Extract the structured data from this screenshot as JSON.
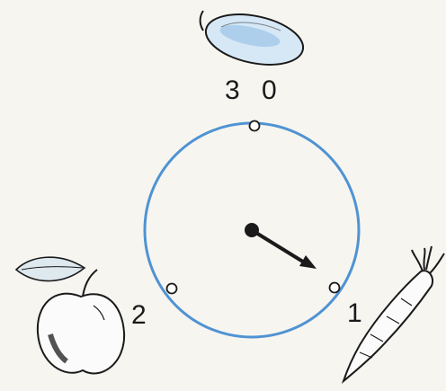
{
  "diagram": {
    "positions": [
      {
        "label": "3 0",
        "item": "cucumber"
      },
      {
        "label": "2",
        "item": "apple"
      },
      {
        "label": "1",
        "item": "carrot"
      }
    ],
    "pointer": {
      "points_to": "1"
    },
    "colors": {
      "dial": "#4f93d3",
      "ink": "#1a1a1a",
      "cucumber": "#cfe4f5",
      "background": "#f7f5f0"
    }
  }
}
